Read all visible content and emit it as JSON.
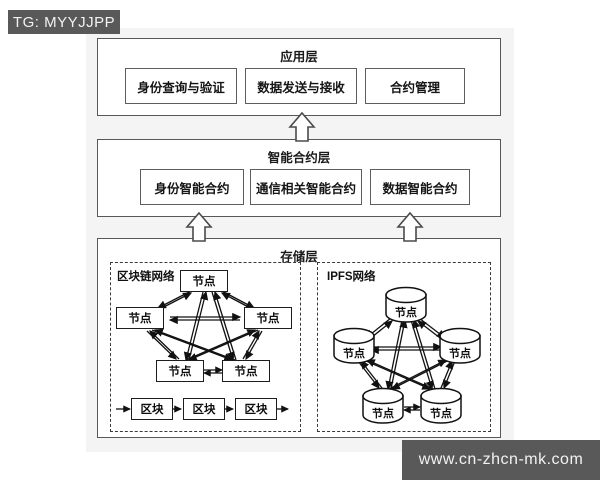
{
  "watermarks": {
    "top": "TG: MYYJJPP",
    "bottom": "www.cn-zhcn-mk.com"
  },
  "diagram": {
    "type": "layered-architecture",
    "layers": [
      {
        "id": "application",
        "title": "应用层",
        "modules": [
          {
            "label": "身份查询与验证"
          },
          {
            "label": "数据发送与接收"
          },
          {
            "label": "合约管理"
          }
        ]
      },
      {
        "id": "smart-contract",
        "title": "智能合约层",
        "modules": [
          {
            "label": "身份智能合约"
          },
          {
            "label": "通信相关智能合约"
          },
          {
            "label": "数据智能合约"
          }
        ]
      },
      {
        "id": "storage",
        "title": "存储层",
        "regions": [
          {
            "id": "blockchain-network",
            "label": "区块链网络",
            "nodes": [
              {
                "label": "节点"
              },
              {
                "label": "节点"
              },
              {
                "label": "节点"
              },
              {
                "label": "节点"
              },
              {
                "label": "节点"
              }
            ],
            "blocks": [
              {
                "label": "区块"
              },
              {
                "label": "区块"
              },
              {
                "label": "区块"
              }
            ]
          },
          {
            "id": "ipfs-network",
            "label": "IPFS网络",
            "nodes": [
              {
                "label": "节点"
              },
              {
                "label": "节点"
              },
              {
                "label": "节点"
              },
              {
                "label": "节点"
              },
              {
                "label": "节点"
              }
            ]
          }
        ]
      }
    ],
    "connectors": [
      {
        "from": "smart-contract",
        "to": "application",
        "style": "hollow-block-arrow-up"
      },
      {
        "from": "storage",
        "to": "smart-contract",
        "style": "hollow-block-arrow-up"
      },
      {
        "from": "storage",
        "to": "smart-contract",
        "style": "hollow-block-arrow-up"
      }
    ]
  },
  "colors": {
    "background": "#ffffff",
    "plate": "#f4f4f4",
    "box_border": "#58585a",
    "node_border": "#1d1d1d",
    "dash_border": "#3a3a3a",
    "watermark_bg": "#595959",
    "watermark_text": "#f2f2f2"
  }
}
